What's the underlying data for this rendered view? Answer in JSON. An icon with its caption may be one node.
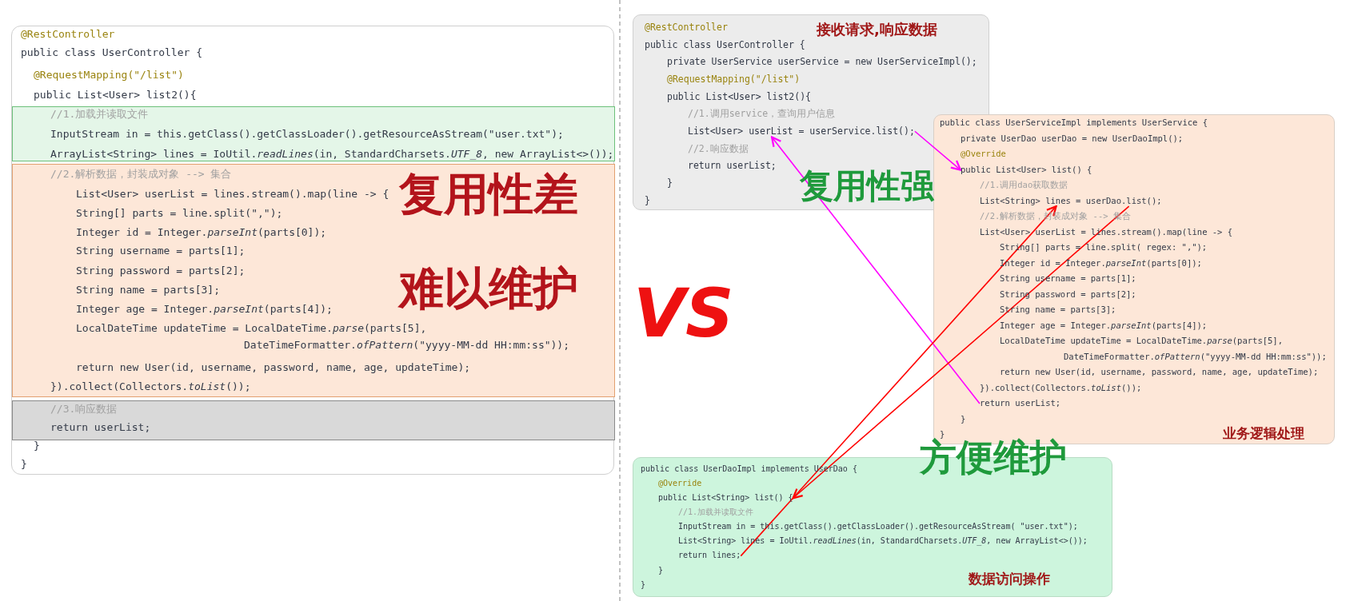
{
  "diagram": {
    "nodes": [
      {
        "text": [
          "@RestController",
          "public class UserController {",
          "@RequestMapping(\"/list\")",
          "public List<User> list2(){",
          "}",
          "}"
        ]
      },
      {
        "text": [
          "//1.加载并读取文件",
          "InputStream in = this.getClass().getClassLoader().getResourceAsStream(\"user.txt\");",
          "ArrayList<String> lines = IoUtil.*readLines*(in, StandardCharsets.*UTF_8*, new ArrayList<>());"
        ],
        "in": 0
      },
      {
        "text": [
          "//2.解析数据，封装成对象 --> 集合",
          "List<User> userList = lines.stream().map(line -> {",
          "String[] parts = line.split(\",\");",
          "Integer id = Integer.*parseInt*(parts[0]);",
          "String username = parts[1];",
          "String password = parts[2];",
          "String name = parts[3];",
          "Integer age = Integer.*parseInt*(parts[4]);",
          "LocalDateTime updateTime = LocalDateTime.*parse*(parts[5],",
          "DateTimeFormatter.*ofPattern*(\"yyyy-MM-dd HH:mm:ss\"));",
          "return new User(id, username, password, name, age, updateTime);",
          "}).collect(Collectors.*toList*());"
        ],
        "in": 0
      },
      {
        "text": [
          "//3.响应数据",
          "return userList;"
        ],
        "in": 0
      },
      {
        "text": [
          "接收请求,响应数据"
        ]
      },
      {
        "text": [
          "@RestController"
        ],
        "in": 4
      },
      {
        "text": [
          "public class UserController {"
        ],
        "in": 4
      },
      {
        "text": [
          "private UserService userService = new UserServiceImpl();"
        ],
        "in": 4
      },
      {
        "text": [
          "@RequestMapping(\"/list\")"
        ],
        "in": 4
      },
      {
        "text": [
          "public List<User> list2(){"
        ],
        "in": 4
      },
      {
        "text": [
          "//1.调用service，查询用户信息"
        ],
        "in": 4
      },
      {
        "text": [
          "List<User> userList = userService.list();"
        ],
        "in": 4
      },
      {
        "text": [
          "//2.响应数据"
        ],
        "in": 4
      },
      {
        "text": [
          "return userList;"
        ],
        "in": 4
      },
      {
        "text": [
          "}"
        ],
        "in": 4
      },
      {
        "text": [
          "}"
        ],
        "in": 4
      },
      {
        "text": [
          "业务逻辑处理"
        ]
      },
      {
        "text": [
          "public class UserServiceImpl implements UserService {"
        ],
        "in": 16
      },
      {
        "text": [
          "private UserDao userDao = new UserDaoImpl();"
        ],
        "in": 16
      },
      {
        "text": [
          "@Override"
        ],
        "in": 16
      },
      {
        "text": [
          "public List<User> list() {"
        ],
        "in": 16
      },
      {
        "text": [
          "//1.调用dao获取数据"
        ],
        "in": 16
      },
      {
        "text": [
          "List<String> lines = userDao.list();"
        ],
        "in": 16
      },
      {
        "text": [
          "//2.解析数据，封装成对象 --> 集合"
        ],
        "in": 16
      },
      {
        "text": [
          "List<User> userList = lines.stream().map(line -> {"
        ],
        "in": 16
      },
      {
        "text": [
          "String[] parts = line.split( regex: \",\");"
        ],
        "in": 16
      },
      {
        "text": [
          "Integer id = Integer.*parseInt*(parts[0]);"
        ],
        "in": 16
      },
      {
        "text": [
          "String username = parts[1];"
        ],
        "in": 16
      },
      {
        "text": [
          "String password = parts[2];"
        ],
        "in": 16
      },
      {
        "text": [
          "String name = parts[3];"
        ],
        "in": 16
      },
      {
        "text": [
          "Integer age = Integer.*parseInt*(parts[4]);"
        ],
        "in": 16
      },
      {
        "text": [
          "LocalDateTime updateTime = LocalDateTime.*parse*(parts[5],"
        ],
        "in": 16
      },
      {
        "text": [
          "DateTimeFormatter.*ofPattern*(\"yyyy-MM-dd HH:mm:ss\"));"
        ],
        "in": 16
      },
      {
        "text": [
          "return new User(id, username, password, name, age, updateTime);"
        ],
        "in": 16
      },
      {
        "text": [
          "}).collect(Collectors.*toList*());"
        ],
        "in": 16
      },
      {
        "text": [
          "return userList;"
        ],
        "in": 16
      },
      {
        "text": [
          "}"
        ],
        "in": 16
      },
      {
        "text": [
          "}"
        ],
        "in": 16
      },
      {
        "text": [
          "数据访问操作"
        ]
      },
      {
        "text": [
          "public class UserDaoImpl implements UserDao {"
        ],
        "in": 38
      },
      {
        "text": [
          "@Override"
        ],
        "in": 38
      },
      {
        "text": [
          "public List<String> list() {"
        ],
        "in": 38
      },
      {
        "text": [
          "//1.加载并读取文件"
        ],
        "in": 38
      },
      {
        "text": [
          "InputStream in = this.getClass().getClassLoader().getResourceAsStream( \"user.txt\");"
        ],
        "in": 38
      },
      {
        "text": [
          "List<String> lines = IoUtil.*readLines*(in, StandardCharsets.*UTF_8*, new ArrayList<>());"
        ],
        "in": 38
      },
      {
        "text": [
          "return lines;"
        ],
        "in": 38
      },
      {
        "text": [
          "}"
        ],
        "in": 38
      },
      {
        "text": [
          "}"
        ],
        "in": 38
      }
    ],
    "edges": [
      {
        "from": 11,
        "to": 20,
        "arrow": "to",
        "color": "#ff00ff"
      },
      {
        "from": 35,
        "to": 11,
        "arrow": "to",
        "color": "#ff00ff"
      },
      {
        "from": 22,
        "to": 41,
        "arrow": "to",
        "color": "#ff0000"
      },
      {
        "from": 45,
        "to": 22,
        "arrow": "to",
        "color": "#ff0000"
      }
    ],
    "labels": [
      "复用性差",
      "难以维护",
      "VS",
      "复用性强",
      "方便维护"
    ]
  }
}
